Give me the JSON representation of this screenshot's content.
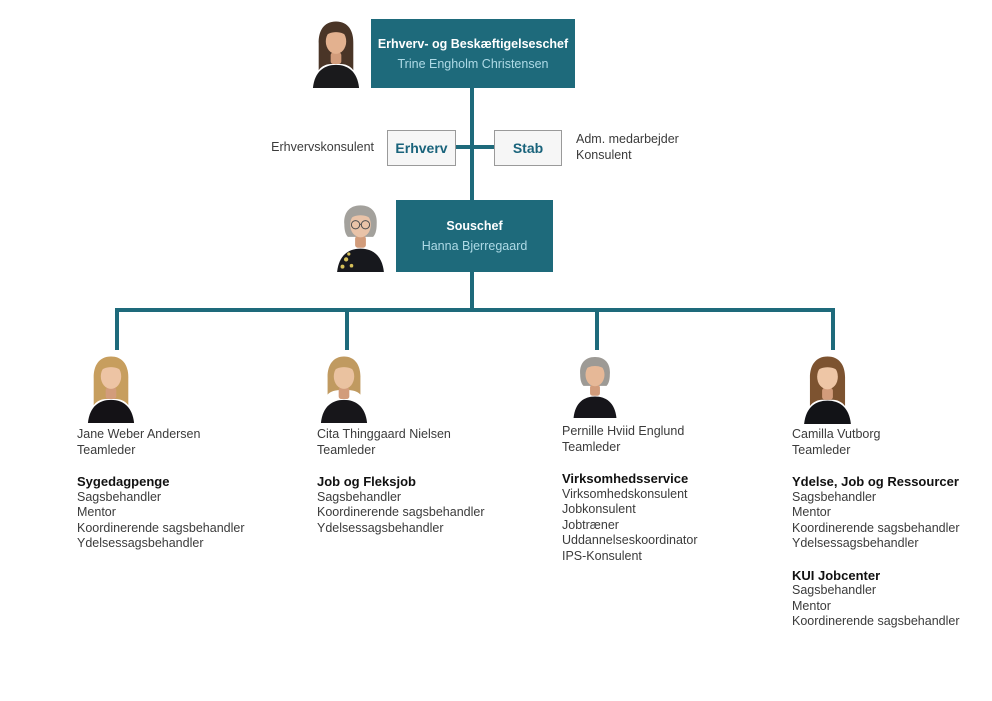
{
  "palette": {
    "teal": "#1E6A7B",
    "teal_name_text": "#AEDAE6",
    "gray_box_bg": "#F6F6F6",
    "gray_box_border": "#9a9a9a",
    "gray_box_text": "#19637B",
    "body_text": "#3b3b3b",
    "heading_text": "#111111"
  },
  "top": {
    "title": "Erhverv- og Beskæftigelseschef",
    "name": "Trine Engholm Christensen"
  },
  "middle": {
    "left_label": "Erhvervskonsulent",
    "left_box_label": "Erhverv",
    "right_box_label": "Stab",
    "right_label_line1": "Adm. medarbejder",
    "right_label_line2": "Konsulent"
  },
  "souschef": {
    "title": "Souschef",
    "name": "Hanna Bjerregaard"
  },
  "branches": [
    {
      "name": "Jane Weber Andersen",
      "role": "Teamleder",
      "sections": [
        {
          "heading": "Sygedagpenge",
          "items": [
            "Sagsbehandler",
            "Mentor",
            "Koordinerende sagsbehandler",
            "Ydelsessagsbehandler"
          ]
        }
      ]
    },
    {
      "name": "Cita Thinggaard Nielsen",
      "role": "Teamleder",
      "sections": [
        {
          "heading": "Job og Fleksjob",
          "items": [
            "Sagsbehandler",
            "Koordinerende sagsbehandler",
            "Ydelsessagsbehandler"
          ]
        }
      ]
    },
    {
      "name": "Pernille Hviid Englund",
      "role": "Teamleder",
      "sections": [
        {
          "heading": "Virksomhedsservice",
          "items": [
            "Virksomhedskonsulent",
            "Jobkonsulent",
            "Jobtræner",
            "Uddannelseskoordinator",
            "IPS-Konsulent"
          ]
        }
      ]
    },
    {
      "name": "Camilla Vutborg",
      "role": "Teamleder",
      "sections": [
        {
          "heading": "Ydelse, Job og Ressourcer",
          "items": [
            "Sagsbehandler",
            "Mentor",
            "Koordinerende sagsbehandler",
            "Ydelsessagsbehandler"
          ]
        },
        {
          "heading": "KUI Jobcenter",
          "items": [
            "Sagsbehandler",
            "Mentor",
            "Koordinerende sagsbehandler"
          ]
        }
      ]
    }
  ],
  "photos": [
    "photo-trine-engholm-christensen",
    "photo-hanna-bjerregaard",
    "photo-jane-weber-andersen",
    "photo-cita-thinggaard-nielsen",
    "photo-pernille-hviid-englund",
    "photo-camilla-vutborg"
  ]
}
